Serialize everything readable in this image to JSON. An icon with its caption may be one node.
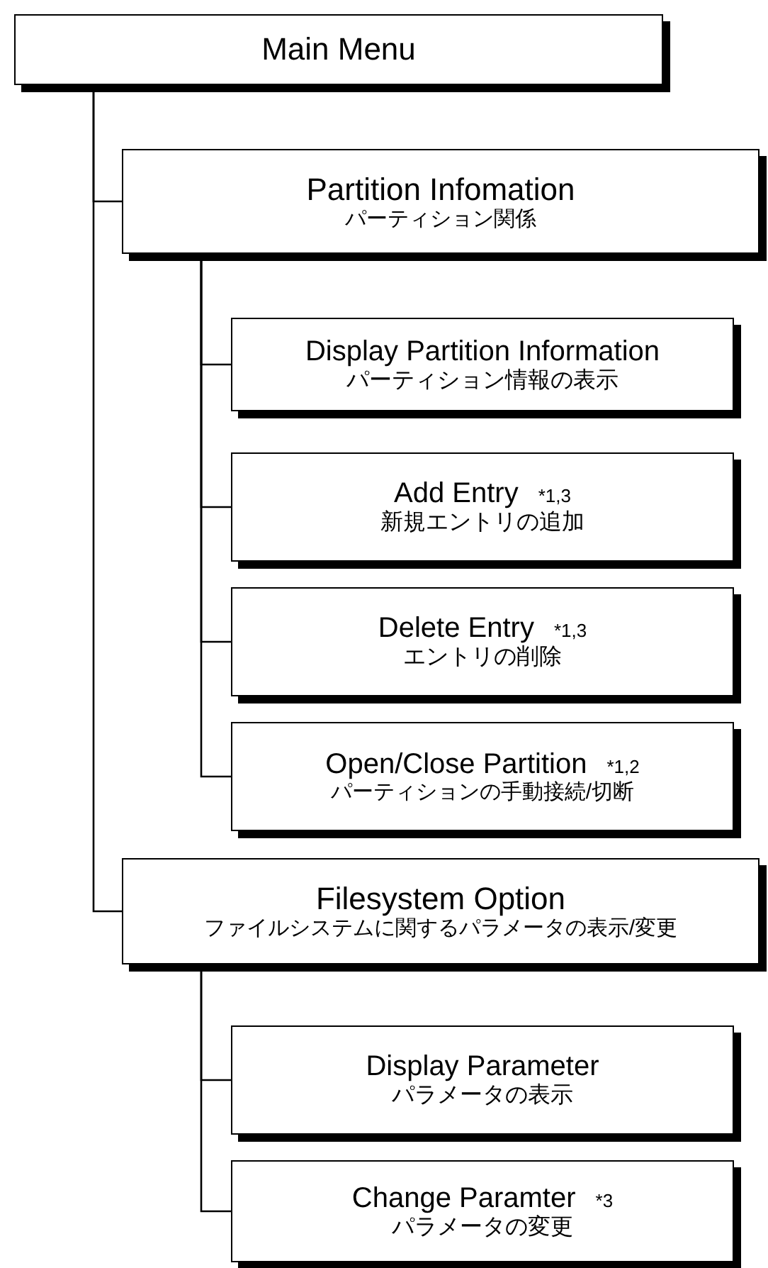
{
  "diagram": {
    "nodes": [
      {
        "text": [
          "Main Menu"
        ]
      },
      {
        "text": [
          "Partition Infomation",
          "パーティション関係"
        ]
      },
      {
        "text": [
          "Display Partition Information",
          "パーティション情報の表示"
        ]
      },
      {
        "text": [
          "Add Entry",
          "*1,3",
          "新規エントリの追加"
        ]
      },
      {
        "text": [
          "Delete Entry",
          "*1,3",
          "エントリの削除"
        ]
      },
      {
        "text": [
          "Open/Close Partition",
          "*1,2",
          "パーティションの手動接続/切断"
        ]
      },
      {
        "text": [
          "Filesystem Option",
          "ファイルシステムに関するパラメータの表示/変更"
        ]
      },
      {
        "text": [
          "Display Parameter",
          "パラメータの表示"
        ]
      },
      {
        "text": [
          "Change Paramter",
          "*3",
          "パラメータの変更"
        ]
      }
    ],
    "edges": [
      {
        "from": 0,
        "to": 1,
        "arrow": "none"
      },
      {
        "from": 0,
        "to": 6,
        "arrow": "none"
      },
      {
        "from": 1,
        "to": 2,
        "arrow": "none"
      },
      {
        "from": 1,
        "to": 3,
        "arrow": "none"
      },
      {
        "from": 1,
        "to": 4,
        "arrow": "none"
      },
      {
        "from": 1,
        "to": 5,
        "arrow": "none"
      },
      {
        "from": 6,
        "to": 7,
        "arrow": "none"
      },
      {
        "from": 6,
        "to": 8,
        "arrow": "none"
      }
    ]
  }
}
